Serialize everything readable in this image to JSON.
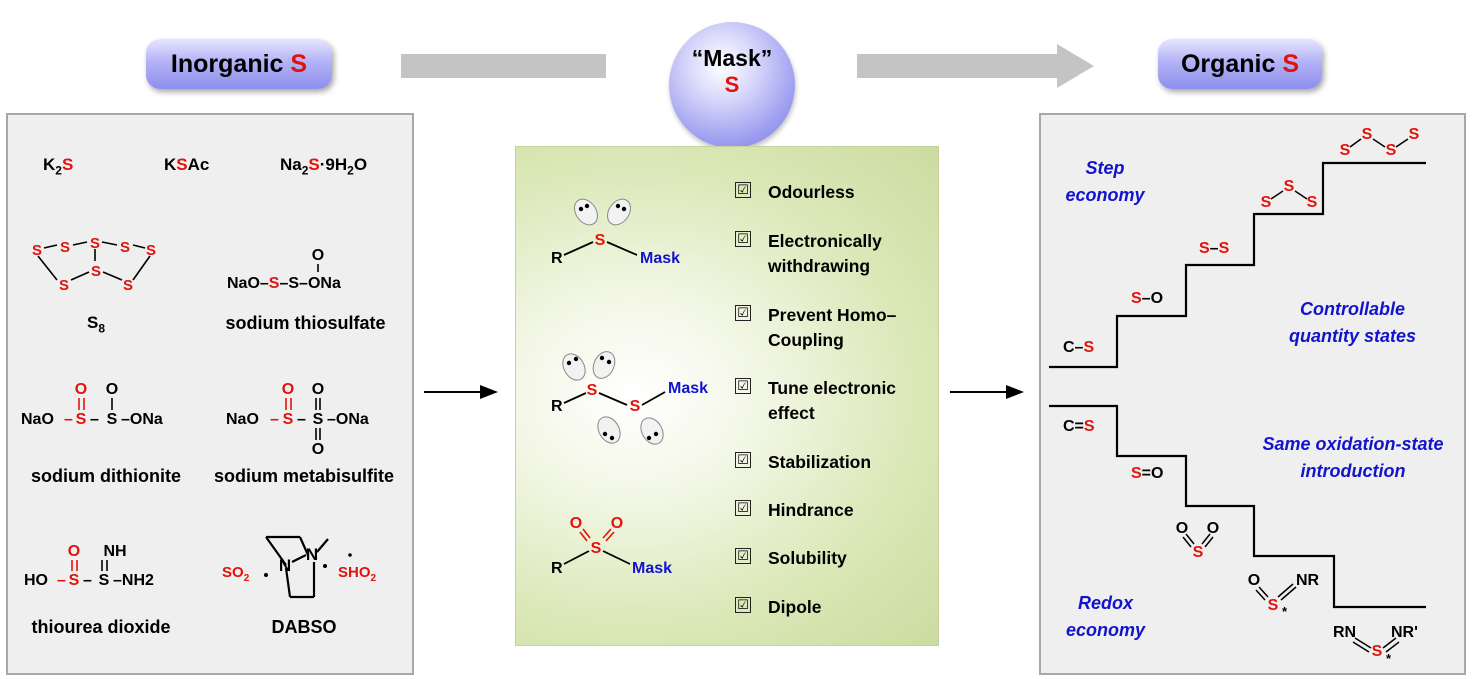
{
  "header": {
    "inorganic_word": "Inorganic",
    "organic_word": "Organic",
    "s": "S",
    "mask_quoted": "“Mask”",
    "mask_s": "S"
  },
  "left_panel": {
    "k2s": [
      "K",
      "2",
      "S"
    ],
    "ksac": [
      "K",
      "S",
      "Ac"
    ],
    "na2s": [
      "Na",
      "2",
      "S",
      "·9H",
      "2",
      "O"
    ],
    "s8_label": [
      "S",
      "8"
    ],
    "thiosulfate_formula": [
      "NaO–",
      "S",
      "–S–ONa"
    ],
    "thiosulfate_label": "sodium thiosulfate",
    "dithionite_formula_left": "NaO",
    "dithionite_formula_right": "–ONa",
    "dithionite_label": "sodium dithionite",
    "metabisulfite_formula_left": "NaO",
    "metabisulfite_formula_right": "–ONa",
    "metabisulfite_label": "sodium metabisulfite",
    "thiourea_ho": "HO",
    "thiourea_nh": "NH",
    "thiourea_nh2": "–NH2",
    "thiourea_label": "thiourea dioxide",
    "dabso_so2_left": "SO",
    "dabso_so2_right": "SHO",
    "dabso_label": "DABSO",
    "atom_o": "O",
    "atom_s": "S",
    "atom_n": "N",
    "sub_2": "2"
  },
  "middle_panel": {
    "r": "R",
    "mask": "Mask",
    "check_mark": "☑",
    "properties": [
      "Odourless",
      "Electronically",
      "withdrawing",
      "Prevent Homo–",
      "Coupling",
      "Tune electronic",
      "effect",
      "Stabilization",
      "Hindrance",
      "Solubility",
      "Dipole"
    ]
  },
  "right_panel": {
    "step_economy": [
      "Step",
      "economy"
    ],
    "controllable": [
      "Controllable",
      "quantity states"
    ],
    "same_oxidation": [
      "Same oxidation-state",
      "introduction"
    ],
    "redox_economy": [
      "Redox",
      "economy"
    ],
    "c_s": "C–",
    "s_o": "–O",
    "s_s_dash": "–",
    "c_eq": "C=",
    "eq_o": "=O",
    "nr": "NR",
    "rn": "RN",
    "nr_prime": "NR'",
    "star": "*"
  },
  "colors": {
    "sulfur_red": "#e3120b",
    "mask_blue": "#1313cc",
    "pill_purple": "#9b9bef",
    "panel_gray": "#efefef",
    "middle_green": "#cfe0a6"
  }
}
